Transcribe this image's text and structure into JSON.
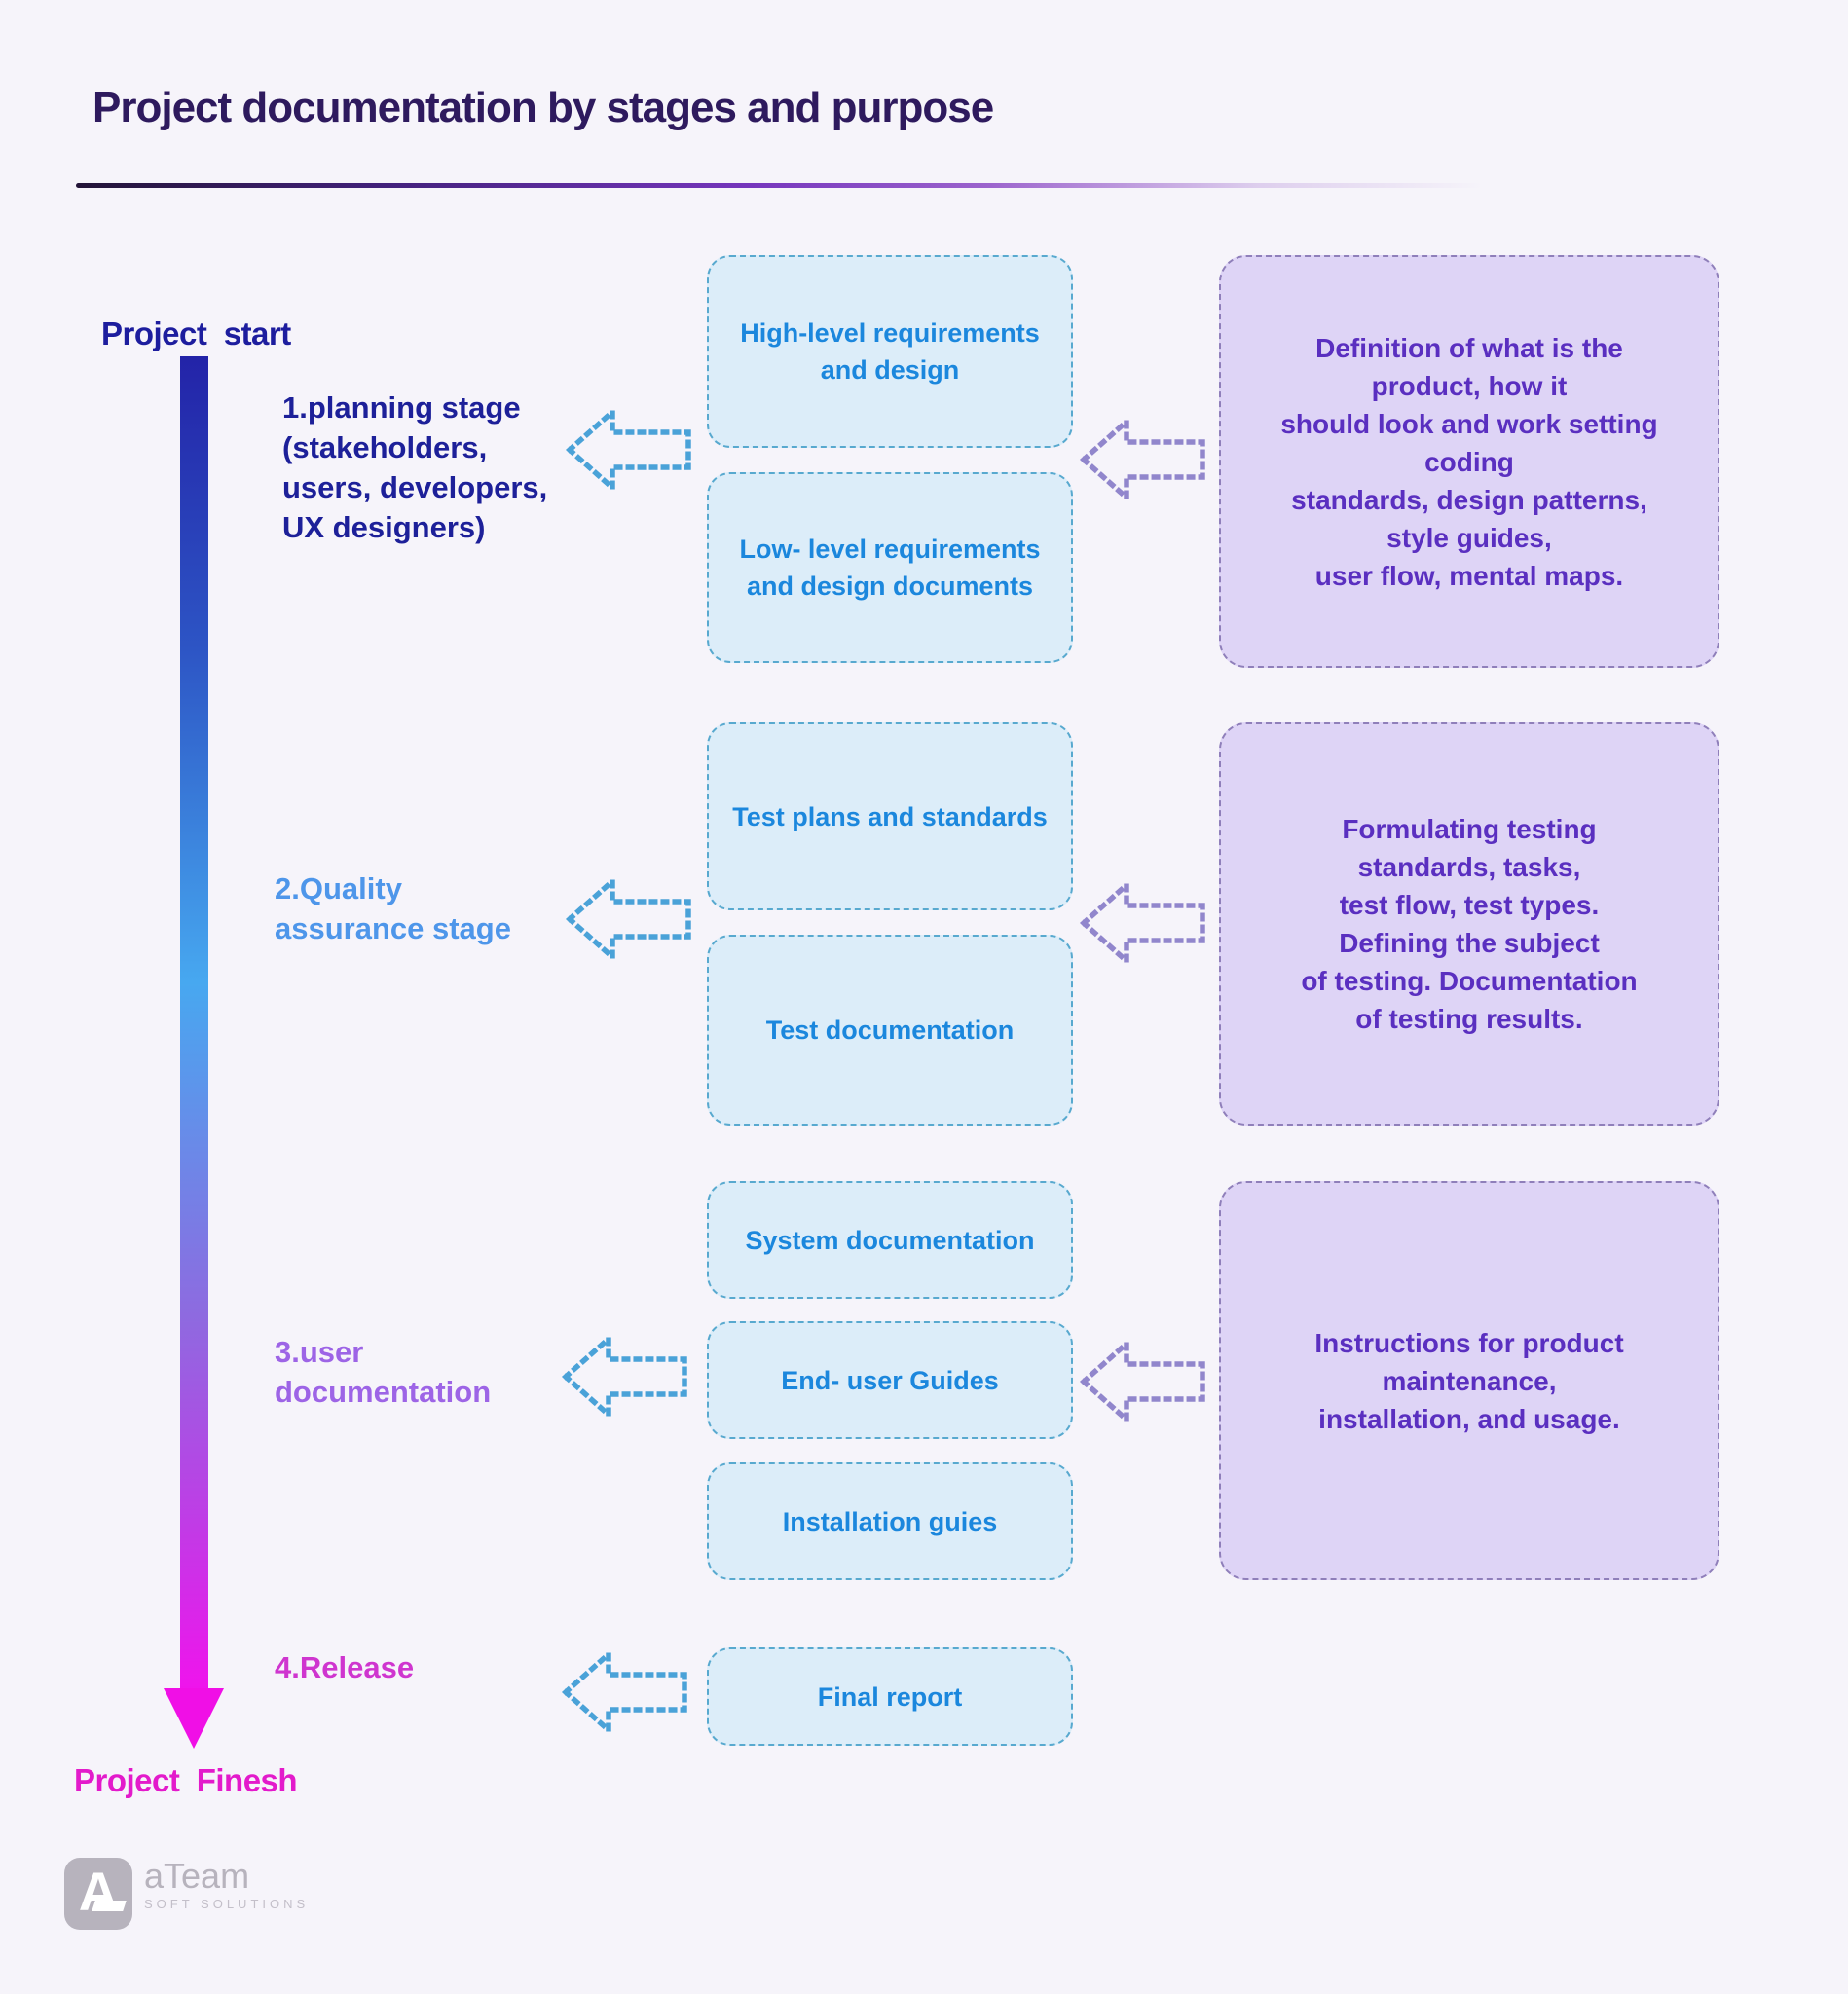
{
  "title": "Project documentation by stages and purpose",
  "timeline": {
    "start_label": "Project  start",
    "finish_label": "Project  Finesh"
  },
  "stages": [
    {
      "label": "1.planning stage\n(stakeholders,\nusers, developers,\nUX designers)",
      "label_color": "#1d2099",
      "documents": [
        "High-level requirements\nand design",
        "Low- level requirements\nand design documents"
      ],
      "purpose": "Definition of what is the\nproduct, how it\nshould look and work setting\ncoding\nstandards, design patterns,\nstyle guides,\nuser flow, mental maps."
    },
    {
      "label": "2.Quality\nassurance stage",
      "label_color": "#4e96ea",
      "documents": [
        "Test plans and standards",
        "Test documentation"
      ],
      "purpose": "Formulating testing\nstandards, tasks,\ntest flow, test types.\nDefining the subject\nof testing. Documentation\nof testing results."
    },
    {
      "label": "3.user\ndocumentation",
      "label_color": "#9d64e6",
      "documents": [
        "System documentation",
        "End- user Guides",
        "Installation guies"
      ],
      "purpose": "Instructions for product\nmaintenance,\ninstallation, and usage."
    },
    {
      "label": "4.Release",
      "label_color": "#cf35cf",
      "documents": [
        "Final report"
      ]
    }
  ],
  "colors": {
    "background": "#f6f4fa",
    "title": "#2e1a5e",
    "timeline_top": "#2323a8",
    "timeline_middle": "#47a8f0",
    "timeline_bottom": "#f00fe6",
    "doc_box_bg": "#dcedf9",
    "doc_box_border": "#58a9cf",
    "doc_box_text": "#1b87dd",
    "purpose_box_bg": "#ded4f6",
    "purpose_box_border": "#8f7fba",
    "purpose_box_text": "#5a2fc0",
    "blue_arrow": "#4aa2d8",
    "purple_arrow": "#9186cc",
    "start_label": "#1d1d9e",
    "finish_label": "#e31acb"
  },
  "logo": {
    "name": "aTeam",
    "subtitle": "SOFT SOLUTIONS"
  }
}
